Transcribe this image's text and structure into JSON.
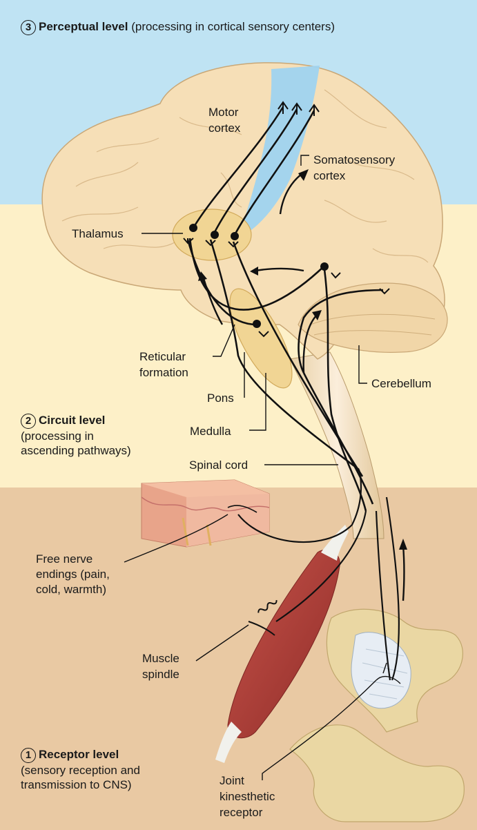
{
  "levels": {
    "perceptual": {
      "number": "3",
      "title": "Perceptual level",
      "desc": "(processing in cortical sensory centers)"
    },
    "circuit": {
      "number": "2",
      "title": "Circuit level",
      "desc1": "(processing in",
      "desc2": "ascending pathways)"
    },
    "receptor": {
      "number": "1",
      "title": "Receptor level",
      "desc1": "(sensory reception and",
      "desc2": "transmission to CNS)"
    }
  },
  "labels": {
    "motor_cortex_1": "Motor",
    "motor_cortex_2": "cortex",
    "somatosensory_1": "Somatosensory",
    "somatosensory_2": "cortex",
    "thalamus": "Thalamus",
    "reticular_1": "Reticular",
    "reticular_2": "formation",
    "pons": "Pons",
    "medulla": "Medulla",
    "cerebellum": "Cerebellum",
    "spinal_cord": "Spinal cord",
    "free_nerve_1": "Free nerve",
    "free_nerve_2": "endings (pain,",
    "free_nerve_3": "cold, warmth)",
    "muscle_1": "Muscle",
    "muscle_2": "spindle",
    "joint_1": "Joint",
    "joint_2": "kinesthetic",
    "joint_3": "receptor"
  },
  "colors": {
    "sky": "#bfe3f3",
    "circuit_bg": "#fdf0c8",
    "receptor_bg": "#e9c9a3",
    "brain": "#f6dfb7",
    "motor_cortex": "#9fd3ef",
    "nerve": "#111111",
    "muscle": "#b5403a",
    "bone": "#e9d7a8"
  }
}
